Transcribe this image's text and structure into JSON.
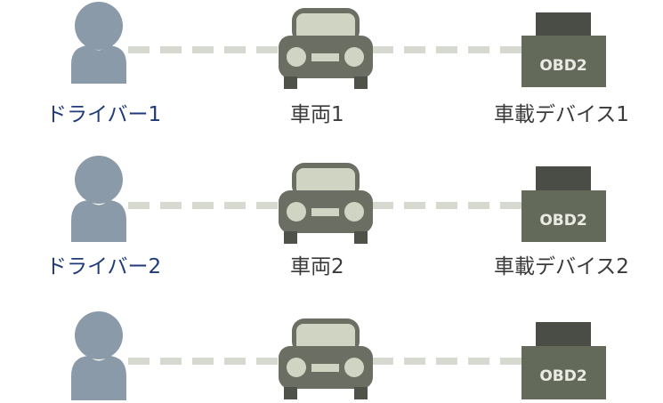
{
  "colors": {
    "person": "#8a9aa9",
    "car_body": "#6b6e63",
    "car_light": "#cfd5c2",
    "car_dark": "#4f5249",
    "device_body": "#646a5a",
    "device_top": "#4a4c46",
    "device_text": "#e9ebe4",
    "connector": "#d6d9cf",
    "driver_label": "#1f3a78",
    "other_label": "#3a3a3a"
  },
  "icons": {
    "driver": "person-icon",
    "vehicle": "car-icon",
    "device": "obd-device-icon"
  },
  "rows": [
    {
      "driver_label": "ドライバー1",
      "vehicle_label": "車両1",
      "device_label": "車載デバイス1",
      "device_text": "OBD2"
    },
    {
      "driver_label": "ドライバー2",
      "vehicle_label": "車両2",
      "device_label": "車載デバイス2",
      "device_text": "OBD2"
    },
    {
      "driver_label": "",
      "vehicle_label": "",
      "device_label": "",
      "device_text": "OBD2"
    }
  ]
}
